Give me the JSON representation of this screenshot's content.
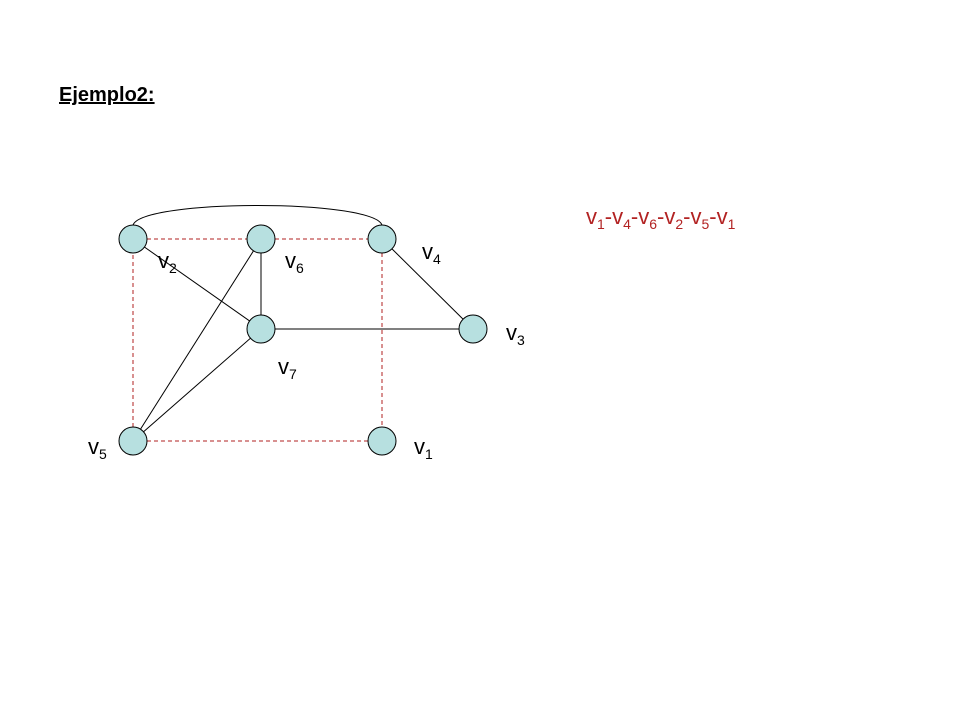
{
  "title": "Ejemplo2:",
  "colors": {
    "node_fill": "#b7e0e0",
    "node_stroke": "#000000",
    "edge": "#000000",
    "cycle_edge": "#b22222",
    "cycle_text": "#b22222"
  },
  "nodes": [
    {
      "id": "v2",
      "letter": "v",
      "sub": "2"
    },
    {
      "id": "v6",
      "letter": "v",
      "sub": "6"
    },
    {
      "id": "v4",
      "letter": "v",
      "sub": "4"
    },
    {
      "id": "v7",
      "letter": "v",
      "sub": "7"
    },
    {
      "id": "v3",
      "letter": "v",
      "sub": "3"
    },
    {
      "id": "v5",
      "letter": "v",
      "sub": "5"
    },
    {
      "id": "v1",
      "letter": "v",
      "sub": "1"
    }
  ],
  "edges": [
    {
      "from": "v2",
      "to": "v4",
      "style": "arc"
    },
    {
      "from": "v2",
      "to": "v7",
      "style": "solid"
    },
    {
      "from": "v6",
      "to": "v7",
      "style": "solid"
    },
    {
      "from": "v6",
      "to": "v5",
      "style": "solid"
    },
    {
      "from": "v7",
      "to": "v5",
      "style": "solid"
    },
    {
      "from": "v7",
      "to": "v3",
      "style": "solid"
    },
    {
      "from": "v4",
      "to": "v3",
      "style": "solid"
    },
    {
      "from": "v2",
      "to": "v6",
      "style": "dashed"
    },
    {
      "from": "v6",
      "to": "v4",
      "style": "dashed"
    },
    {
      "from": "v4",
      "to": "v1",
      "style": "dashed"
    },
    {
      "from": "v1",
      "to": "v5",
      "style": "dashed"
    },
    {
      "from": "v5",
      "to": "v2",
      "style": "dashed"
    }
  ],
  "cycle": [
    {
      "letter": "v",
      "sub": "1"
    },
    {
      "letter": "v",
      "sub": "4"
    },
    {
      "letter": "v",
      "sub": "6"
    },
    {
      "letter": "v",
      "sub": "2"
    },
    {
      "letter": "v",
      "sub": "5"
    },
    {
      "letter": "v",
      "sub": "1"
    }
  ],
  "cycle_separator": "-"
}
